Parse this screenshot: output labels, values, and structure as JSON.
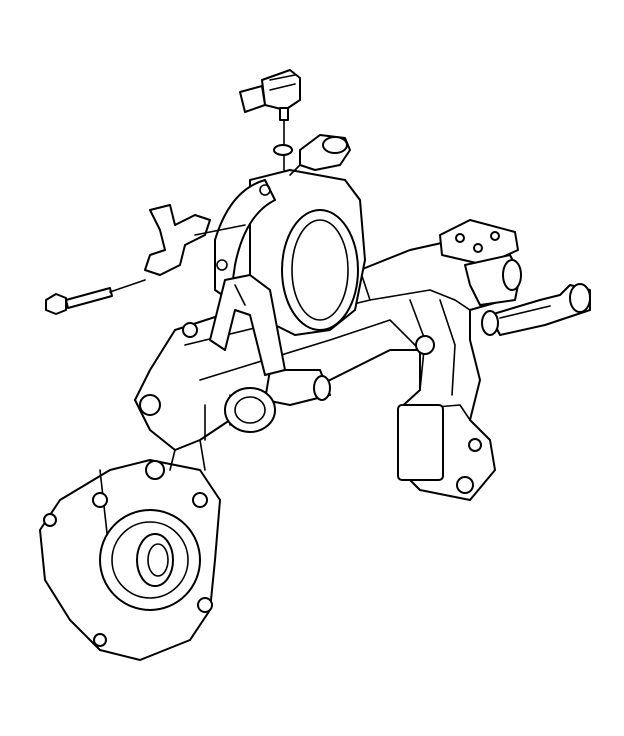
{
  "diagram": {
    "type": "exploded technical line drawing",
    "components": [
      "sensor",
      "o-ring",
      "bracket",
      "bolt",
      "housing",
      "pipe",
      "water-pump"
    ],
    "colors": {
      "line": "#000000",
      "background": "#ffffff"
    }
  }
}
